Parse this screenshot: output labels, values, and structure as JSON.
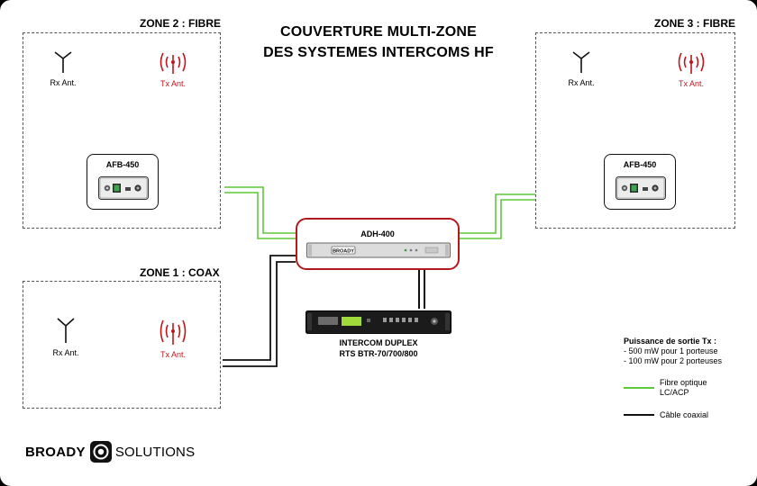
{
  "title": {
    "line1": "COUVERTURE MULTI-ZONE",
    "line2": "DES SYSTEMES INTERCOMS HF"
  },
  "zones": {
    "zone2": {
      "label": "ZONE 2 : FIBRE",
      "rx": "Rx Ant.",
      "tx": "Tx Ant.",
      "unit": "AFB-450"
    },
    "zone3": {
      "label": "ZONE 3 : FIBRE",
      "rx": "Rx Ant.",
      "tx": "Tx Ant.",
      "unit": "AFB-450"
    },
    "zone1": {
      "label": "ZONE 1 : COAX",
      "rx": "Rx Ant.",
      "tx": "Tx Ant."
    }
  },
  "hub": {
    "label": "ADH-400",
    "brand_plate": "BROADY"
  },
  "intercom": {
    "line1": "INTERCOM DUPLEX",
    "line2": "RTS BTR-70/700/800"
  },
  "legend": {
    "power_title": "Puissance de sortie Tx :",
    "power_line1": "- 500 mW pour 1 porteuse",
    "power_line2": "- 100 mW pour 2 porteuses",
    "fibre_line1": "Fibre optique",
    "fibre_line2": "LC/ACP",
    "coax": "Câble coaxial"
  },
  "brand": {
    "part1": "BROADY",
    "part2": "SOLUTIONS"
  },
  "colors": {
    "fibre": "#5cc93a",
    "coax": "#111111",
    "tx_red": "#c0151b",
    "hub_border": "#b3181e"
  },
  "icons": {
    "rx": "antenna-icon",
    "tx": "broadcast-antenna-icon",
    "logo": "broady-logo-icon"
  }
}
